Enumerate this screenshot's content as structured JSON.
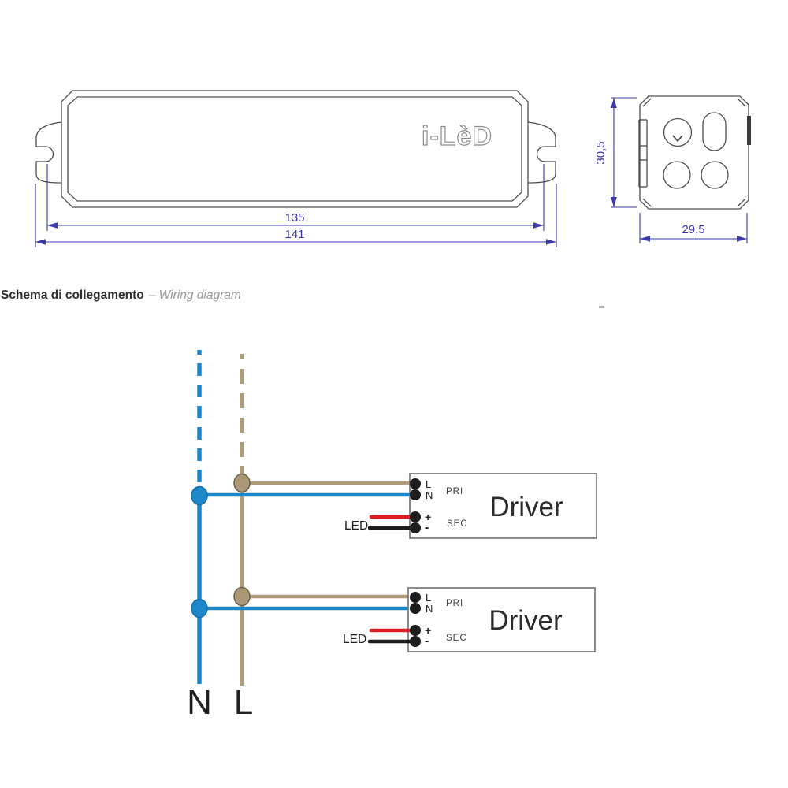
{
  "side_view": {
    "logo": "i-LèD",
    "dim_body": "135",
    "dim_overall": "141"
  },
  "end_view": {
    "dim_height": "30,5",
    "dim_width": "29,5"
  },
  "heading": {
    "title": "Schema di collegamento",
    "subtitle": "– Wiring diagram"
  },
  "wiring": {
    "supply": {
      "neutral": "N",
      "line": "L"
    },
    "drivers": [
      {
        "name": "Driver",
        "primary_label": "PRI",
        "secondary_label": "SEC",
        "terminal_l": "L",
        "terminal_n": "N",
        "terminal_plus": "+",
        "terminal_minus": "-",
        "led_label": "LED"
      },
      {
        "name": "Driver",
        "primary_label": "PRI",
        "secondary_label": "SEC",
        "terminal_l": "L",
        "terminal_n": "N",
        "terminal_plus": "+",
        "terminal_minus": "-",
        "led_label": "LED"
      }
    ]
  },
  "colors": {
    "dimension_blue": "#3a3aad",
    "outline_gray": "#4f4f4f",
    "wire_neutral_blue": "#1d87c9",
    "wire_line_tan": "#ae9b79",
    "wire_led_red": "#e01f25",
    "wire_led_black": "#1c1c1c",
    "text_dark": "#2a2a2a",
    "heading_gray": "#98999b"
  }
}
